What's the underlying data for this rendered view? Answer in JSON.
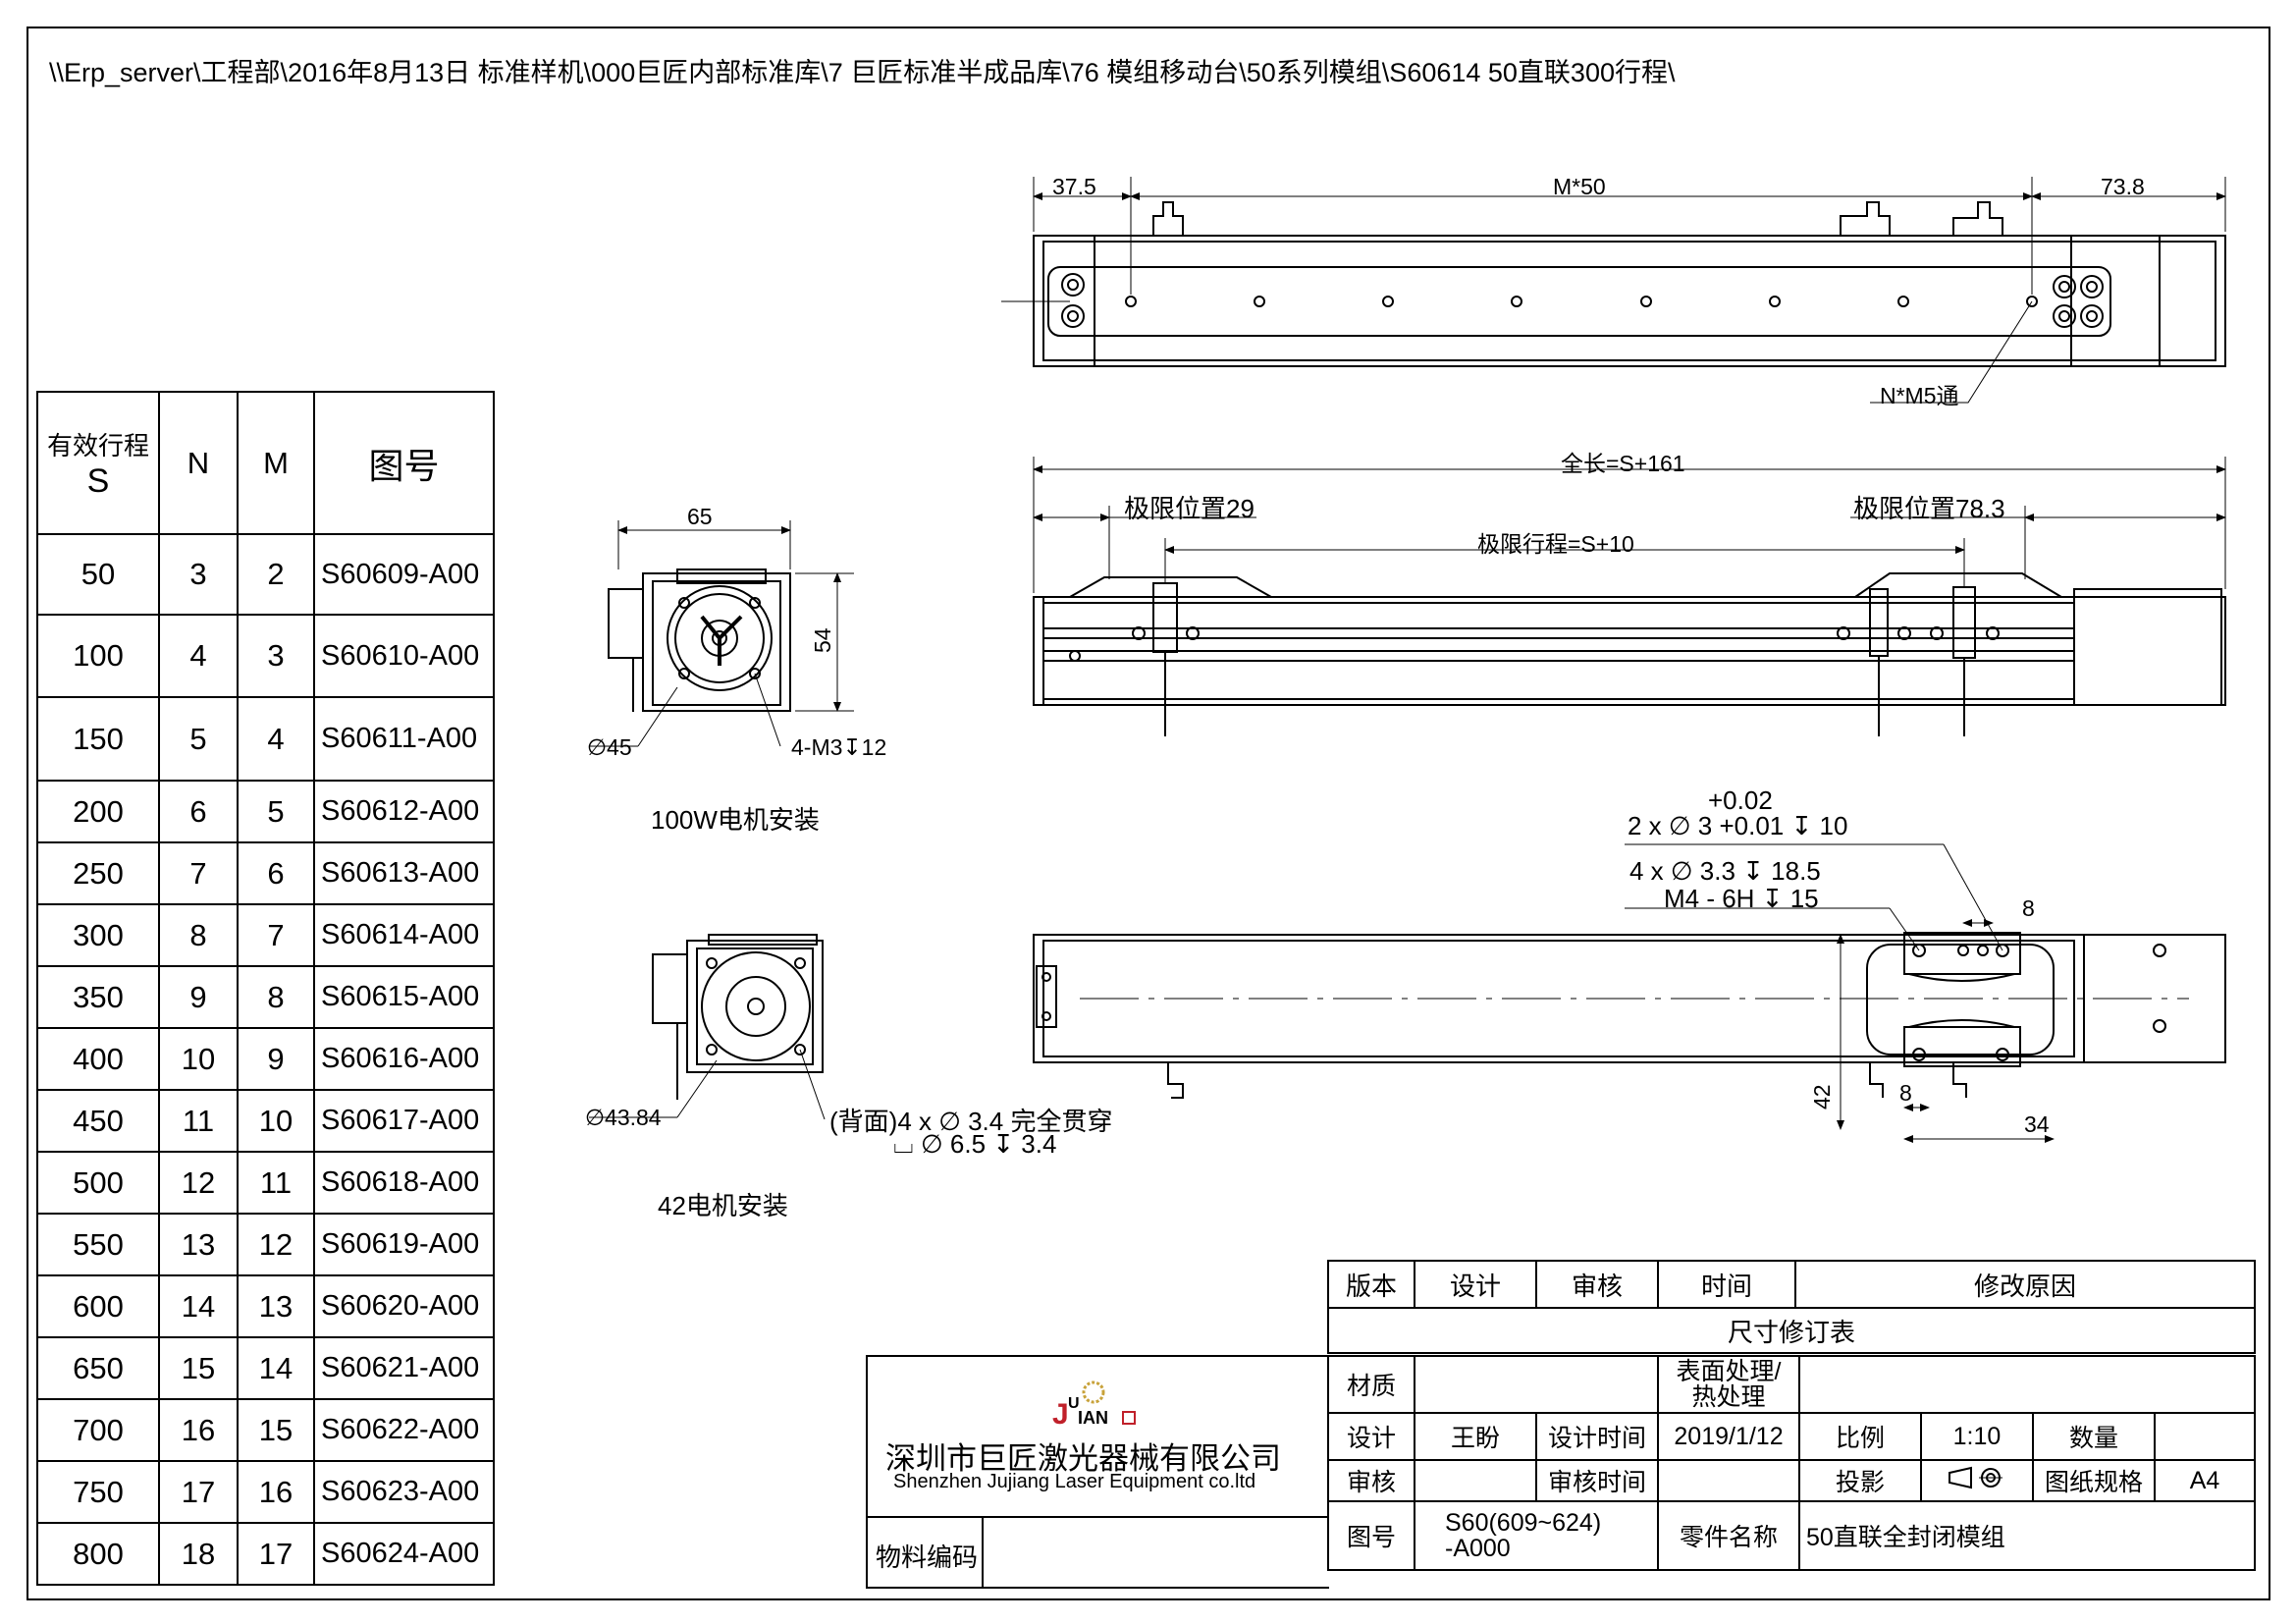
{
  "path": "\\\\Erp_server\\工程部\\2016年8月13日 标准样机\\000巨匠内部标准库\\7 巨匠标准半成品库\\76 模组移动台\\50系列模组\\S60614 50直联300行程\\",
  "top_view": {
    "d_left": "37.5",
    "d_mid": "M*50",
    "d_right": "73.8",
    "holes_note": "N*M5通"
  },
  "side_view": {
    "total": "全长=S+161",
    "limit_left": "极限位置29",
    "limit_right": "极限位置78.3",
    "limit_travel": "极限行程=S+10"
  },
  "bottom_view": {
    "tol_upper": "+0.02",
    "pin_holes": "2 x ∅ 3 +0.01  ↧ 10",
    "tap_holes_1": "4 x ∅ 3.3 ↧ 18.5",
    "tap_holes_2": "M4 - 6H ↧ 15",
    "dim_8a": "8",
    "dim_8b": "8",
    "dim_42": "42",
    "dim_34": "34"
  },
  "motor_100w": {
    "w": "65",
    "h": "54",
    "dia": "∅45",
    "screws": "4-M3↧12",
    "caption": "100W电机安装"
  },
  "motor_42": {
    "dia": "∅43.84",
    "holes_1": "(背面)4 x ∅ 3.4 完全贯穿",
    "holes_2": "⌴ ∅ 6.5 ↧ 3.4",
    "caption": "42电机安装"
  },
  "spec_table": {
    "headers": {
      "s_top": "有效行程",
      "s_bot": "S",
      "n": "N",
      "m": "M",
      "dwg": "图号"
    },
    "rows": [
      [
        "50",
        "3",
        "2",
        "S60609-A00"
      ],
      [
        "100",
        "4",
        "3",
        "S60610-A00"
      ],
      [
        "150",
        "5",
        "4",
        "S60611-A00"
      ],
      [
        "200",
        "6",
        "5",
        "S60612-A00"
      ],
      [
        "250",
        "7",
        "6",
        "S60613-A00"
      ],
      [
        "300",
        "8",
        "7",
        "S60614-A00"
      ],
      [
        "350",
        "9",
        "8",
        "S60615-A00"
      ],
      [
        "400",
        "10",
        "9",
        "S60616-A00"
      ],
      [
        "450",
        "11",
        "10",
        "S60617-A00"
      ],
      [
        "500",
        "12",
        "11",
        "S60618-A00"
      ],
      [
        "550",
        "13",
        "12",
        "S60619-A00"
      ],
      [
        "600",
        "14",
        "13",
        "S60620-A00"
      ],
      [
        "650",
        "15",
        "14",
        "S60621-A00"
      ],
      [
        "700",
        "16",
        "15",
        "S60622-A00"
      ],
      [
        "750",
        "17",
        "16",
        "S60623-A00"
      ],
      [
        "800",
        "18",
        "17",
        "S60624-A00"
      ]
    ]
  },
  "revision": {
    "h_version": "版本",
    "h_design": "设计",
    "h_review": "审核",
    "h_time": "时间",
    "h_reason": "修改原因",
    "title": "尺寸修订表"
  },
  "titleblock": {
    "logo": "JUJIANG",
    "company_cn": "深圳市巨匠激光器械有限公司",
    "company_en": "Shenzhen Jujiang Laser Equipment co.ltd",
    "material_label": "物料编码",
    "l_material": "材质",
    "l_surface": "表面处理/\n热处理",
    "l_design": "设计",
    "v_design": "王盼",
    "l_design_time": "设计时间",
    "v_design_time": "2019/1/12",
    "l_scale": "比例",
    "v_scale": "1:10",
    "l_qty": "数量",
    "l_review": "审核",
    "l_review_time": "审核时间",
    "l_proj": "投影",
    "l_size": "图纸规格",
    "v_size": "A4",
    "l_dwg": "图号",
    "v_dwg": "S60(609~624)\n-A000",
    "l_part": "零件名称",
    "v_part": "50直联全封闭模组"
  }
}
